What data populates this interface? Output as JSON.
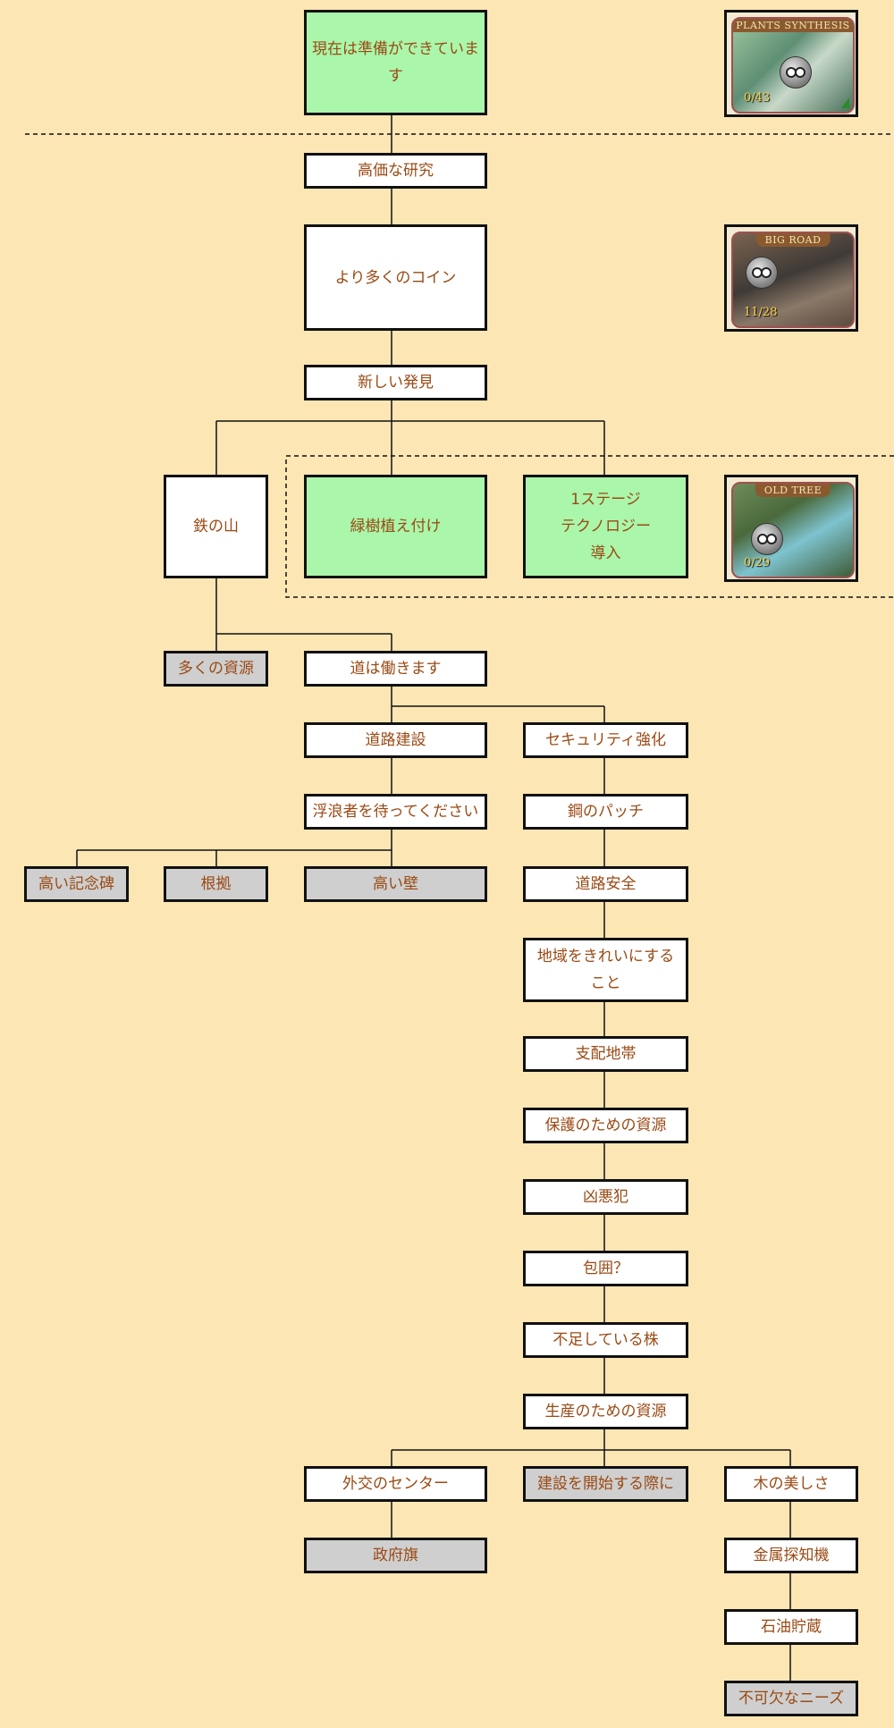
{
  "colors": {
    "background": "#fce6b4",
    "node_default": "#ffffff",
    "node_done": "#aaf6aa",
    "node_optional": "#cfcfcf",
    "text": "#9a4a14",
    "border": "#111111"
  },
  "nodes": {
    "ready_now": "現在は準備ができています",
    "expensive_research": "高価な研究",
    "more_coins": "より多くのコイン",
    "new_discovery": "新しい発見",
    "iron_mountain": "鉄の山",
    "evergreen_planting": "緑樹植え付け",
    "stage1_tech": "1ステージ\nテクノロジー\n導入",
    "many_resources": "多くの資源",
    "road_works": "道は働きます",
    "road_construction": "道路建設",
    "security_boost": "セキュリティ強化",
    "wait_vagrant": "浮浪者を待ってください",
    "steel_patch": "鋼のパッチ",
    "tall_monument": "高い記念碑",
    "evidence": "根拠",
    "high_wall": "高い壁",
    "road_safety": "道路安全",
    "clean_area": "地域をきれいにする\nこと",
    "control_zone": "支配地帯",
    "protection_resources": "保護のための資源",
    "felon": "凶悪犯",
    "siege": "包囲？",
    "missing_stake": "不足している株",
    "production_resources": "生産のための資源",
    "diplomacy_center": "外交のセンター",
    "start_building": "建設を開始する際に",
    "tree_beauty": "木の美しさ",
    "government_flag": "政府旗",
    "metal_detector": "金属探知機",
    "oil_storage": "石油貯蔵",
    "essential_needs": "不可欠なニーズ"
  },
  "quests": {
    "plants": {
      "title": "PLANTS SYNTHESIS",
      "progress": "0/43"
    },
    "road": {
      "title": "BIG ROAD",
      "progress": "11/28"
    },
    "tree": {
      "title": "OLD TREE",
      "progress": "0/29"
    }
  }
}
